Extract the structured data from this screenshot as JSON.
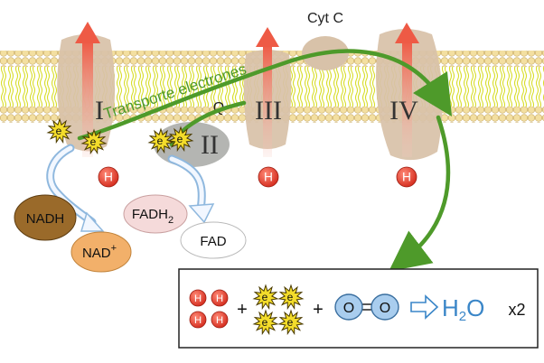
{
  "labels": {
    "complex_1": "I",
    "complex_2": "II",
    "complex_3": "III",
    "complex_4": "IV",
    "quinone": "Q",
    "cytochrome_c": "Cyt C",
    "transport_label": "Transporte electrones",
    "electron": "e",
    "electron_charge": "-",
    "proton": "H",
    "nadh": "NADH",
    "nad_base": "NAD",
    "nad_charge": "+",
    "fadh2_base": "FADH",
    "fadh2_sub": "2",
    "fad": "FAD"
  },
  "equation": {
    "plus": "+",
    "oxygen_atom": "O",
    "product_base": "H",
    "product_sub": "2",
    "product_tail": "O",
    "multiplier": "x2"
  },
  "colors": {
    "proton_arrow": "#ee5a45",
    "transport_arrow": "#4e9a2a",
    "protein": "#d8c2a9",
    "nadh": "#9a6a2a",
    "nad": "#f2b06a",
    "fadh2": "#f5dada",
    "oxygen": "#a9cdee",
    "water_text": "#3a86c8"
  }
}
